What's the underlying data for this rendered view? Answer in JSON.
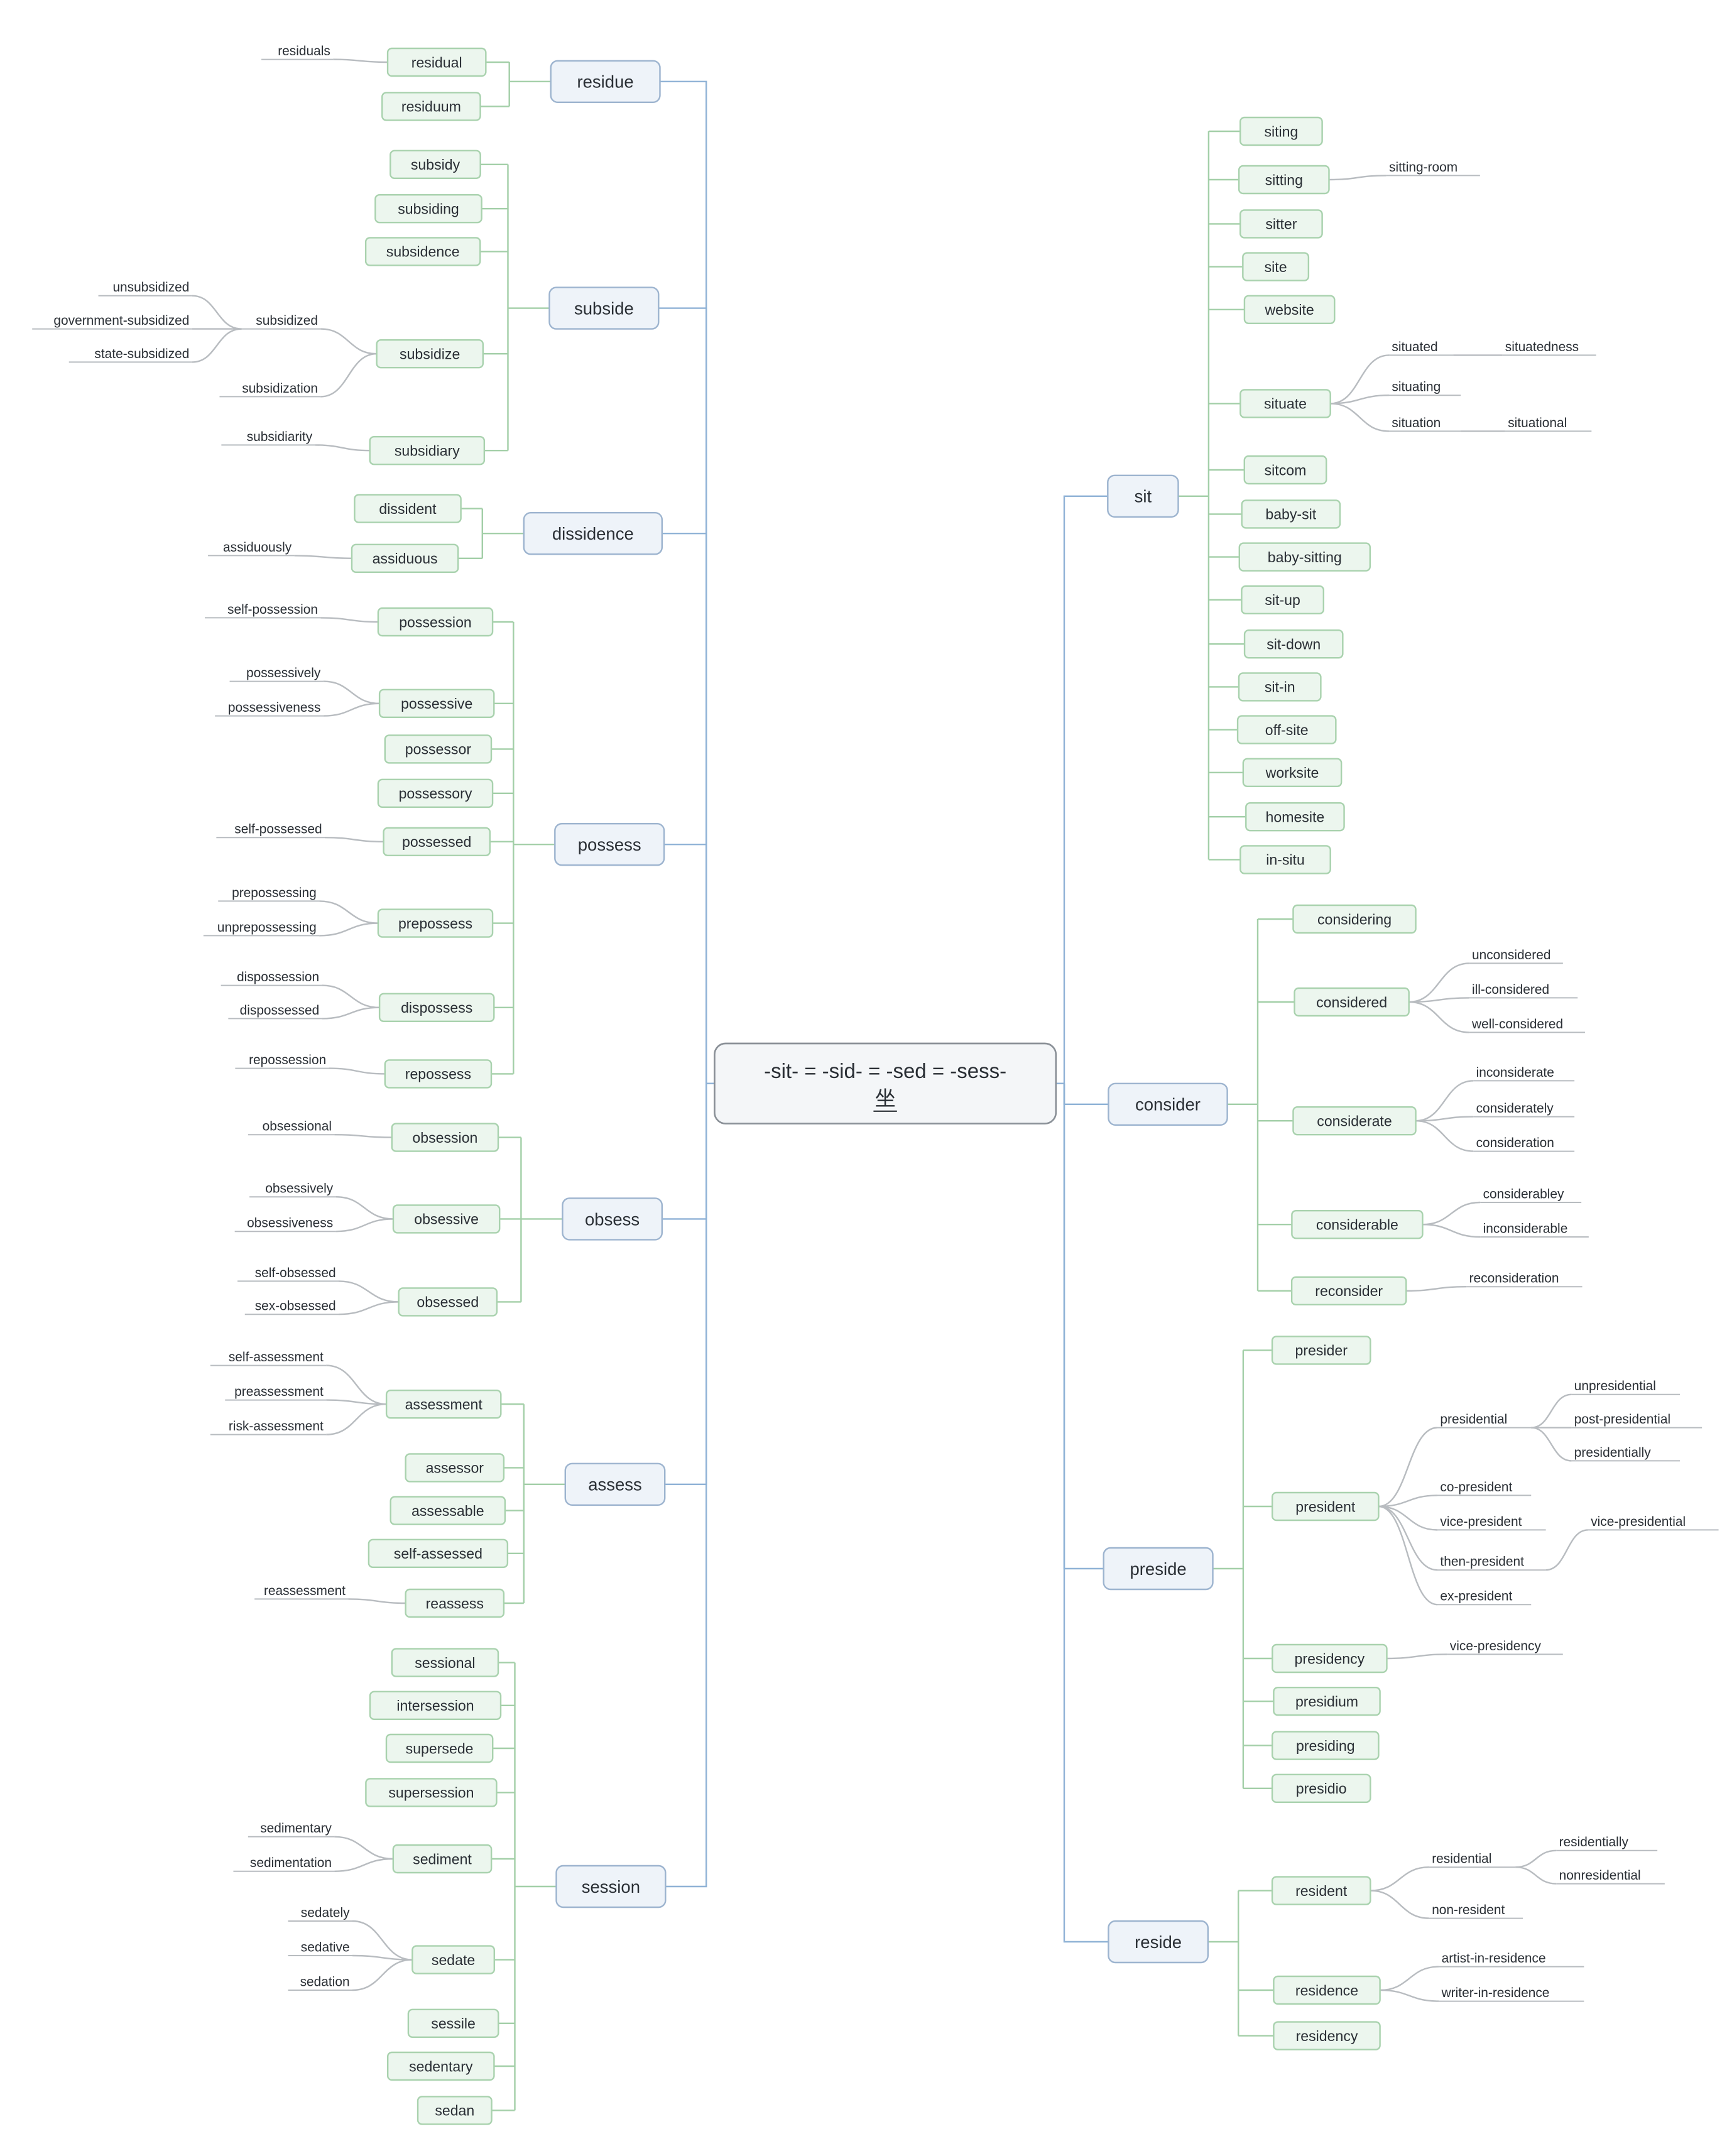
{
  "root": {
    "title_line1": "-sit- = -sid- = -sed = -sess-",
    "title_line2": "坐"
  },
  "branches": [
    {
      "label": "residue",
      "children": [
        {
          "label": "residual",
          "leaves": [
            "residuals"
          ]
        },
        {
          "label": "residuum",
          "leaves": []
        }
      ]
    },
    {
      "label": "subside",
      "children": [
        {
          "label": "subsidy",
          "leaves": []
        },
        {
          "label": "subsiding",
          "leaves": []
        },
        {
          "label": "subsidence",
          "leaves": []
        },
        {
          "label": "subsidize",
          "leaves": [
            "subsidized",
            "subsidization"
          ],
          "subleaves": [
            "unsubsidized",
            "government-subsidized",
            "state-subsidized"
          ]
        },
        {
          "label": "subsidiary",
          "leaves": [
            "subsidiarity"
          ]
        }
      ]
    },
    {
      "label": "dissidence",
      "children": [
        {
          "label": "dissident",
          "leaves": []
        },
        {
          "label": "assiduous",
          "leaves": [
            "assiduously"
          ]
        }
      ]
    },
    {
      "label": "possess",
      "children": [
        {
          "label": "possession",
          "leaves": [
            "self-possession"
          ]
        },
        {
          "label": "possessive",
          "leaves": [
            "possessively",
            "possessiveness"
          ]
        },
        {
          "label": "possessor",
          "leaves": []
        },
        {
          "label": "possessory",
          "leaves": []
        },
        {
          "label": "possessed",
          "leaves": [
            "self-possessed"
          ]
        },
        {
          "label": "prepossess",
          "leaves": [
            "prepossessing",
            "unprepossessing"
          ]
        },
        {
          "label": "dispossess",
          "leaves": [
            "dispossession",
            "dispossessed"
          ]
        },
        {
          "label": "repossess",
          "leaves": [
            "repossession"
          ]
        }
      ]
    },
    {
      "label": "obsess",
      "children": [
        {
          "label": "obsession",
          "leaves": [
            "obsessional"
          ]
        },
        {
          "label": "obsessive",
          "leaves": [
            "obsessively",
            "obsessiveness"
          ]
        },
        {
          "label": "obsessed",
          "leaves": [
            "self-obsessed",
            "sex-obsessed"
          ]
        }
      ]
    },
    {
      "label": "assess",
      "children": [
        {
          "label": "assessment",
          "leaves": [
            "self-assessment",
            "preassessment",
            "risk-assessment"
          ]
        },
        {
          "label": "assessor",
          "leaves": []
        },
        {
          "label": "assessable",
          "leaves": []
        },
        {
          "label": "self-assessed",
          "leaves": []
        },
        {
          "label": "reassess",
          "leaves": [
            "reassessment"
          ]
        }
      ]
    },
    {
      "label": "session",
      "children": [
        {
          "label": "sessional",
          "leaves": []
        },
        {
          "label": "intersession",
          "leaves": []
        },
        {
          "label": "supersede",
          "leaves": []
        },
        {
          "label": "supersession",
          "leaves": []
        },
        {
          "label": "sediment",
          "leaves": [
            "sedimentary",
            "sedimentation"
          ]
        },
        {
          "label": "sedate",
          "leaves": [
            "sedately",
            "sedative",
            "sedation"
          ]
        },
        {
          "label": "sessile",
          "leaves": []
        },
        {
          "label": "sedentary",
          "leaves": []
        },
        {
          "label": "sedan",
          "leaves": []
        }
      ]
    },
    {
      "label": "sit",
      "children": [
        {
          "label": "siting",
          "leaves": []
        },
        {
          "label": "sitting",
          "leaves": [
            "sitting-room"
          ]
        },
        {
          "label": "sitter",
          "leaves": []
        },
        {
          "label": "site",
          "leaves": []
        },
        {
          "label": "website",
          "leaves": []
        },
        {
          "label": "situate",
          "leaves": [
            "situated",
            "situating",
            "situation"
          ],
          "subleaves": [
            "situatedness",
            "situational"
          ]
        },
        {
          "label": "sitcom",
          "leaves": []
        },
        {
          "label": "baby-sit",
          "leaves": []
        },
        {
          "label": "baby-sitting",
          "leaves": []
        },
        {
          "label": "sit-up",
          "leaves": []
        },
        {
          "label": "sit-down",
          "leaves": []
        },
        {
          "label": "sit-in",
          "leaves": []
        },
        {
          "label": "off-site",
          "leaves": []
        },
        {
          "label": "worksite",
          "leaves": []
        },
        {
          "label": "homesite",
          "leaves": []
        },
        {
          "label": "in-situ",
          "leaves": []
        }
      ]
    },
    {
      "label": "consider",
      "children": [
        {
          "label": "considering",
          "leaves": []
        },
        {
          "label": "considered",
          "leaves": [
            "unconsidered",
            "ill-considered",
            "well-considered"
          ]
        },
        {
          "label": "considerate",
          "leaves": [
            "inconsiderate",
            "considerately",
            "consideration"
          ]
        },
        {
          "label": "considerable",
          "leaves": [
            "considerabley",
            "inconsiderable"
          ]
        },
        {
          "label": "reconsider",
          "leaves": [
            "reconsideration"
          ]
        }
      ]
    },
    {
      "label": "preside",
      "children": [
        {
          "label": "presider",
          "leaves": []
        },
        {
          "label": "president",
          "leaves": [
            "presidential",
            "co-president",
            "vice-president",
            "then-president",
            "ex-president"
          ],
          "subleaves": [
            "unpresidential",
            "post-presidential",
            "presidentially",
            "vice-presidential"
          ]
        },
        {
          "label": "presidency",
          "leaves": [
            "vice-presidency"
          ]
        },
        {
          "label": "presidium",
          "leaves": []
        },
        {
          "label": "presiding",
          "leaves": []
        },
        {
          "label": "presidio",
          "leaves": []
        }
      ]
    },
    {
      "label": "reside",
      "children": [
        {
          "label": "resident",
          "leaves": [
            "residential",
            "non-resident"
          ],
          "subleaves": [
            "residentially",
            "nonresidential"
          ]
        },
        {
          "label": "residence",
          "leaves": [
            "artist-in-residence",
            "writer-in-residence"
          ]
        },
        {
          "label": "residency",
          "leaves": []
        }
      ]
    }
  ],
  "colors": {
    "l1_fill": "#eef3f9",
    "l1_stroke": "#9db4cf",
    "l2_fill": "#ecf6ee",
    "l2_stroke": "#a9d2ae",
    "root_fill": "#f4f6f8",
    "root_stroke": "#8a9097",
    "blue_line": "#8fb2d6",
    "green_line": "#a3cfa8",
    "gray_line": "#b8bcc0",
    "text": "#2a2f35"
  }
}
